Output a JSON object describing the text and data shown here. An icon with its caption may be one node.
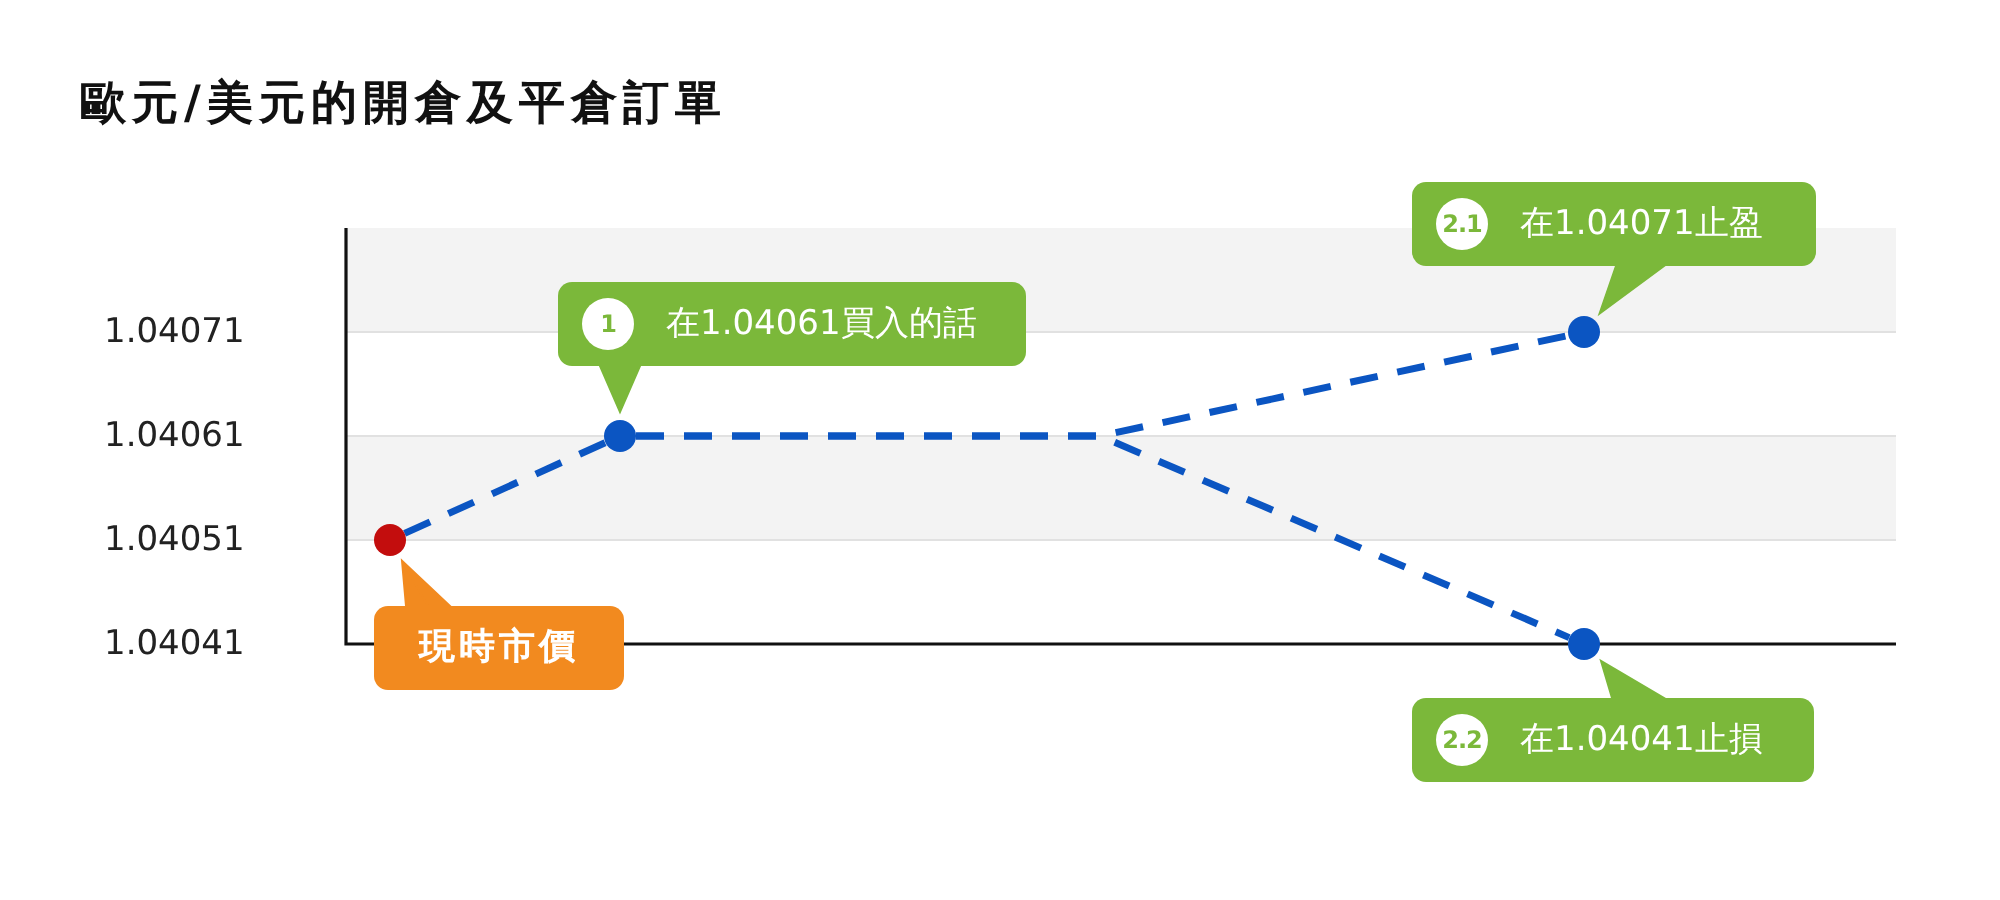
{
  "diagram": {
    "title": "歐元/美元的開倉及平倉訂單",
    "nodes": [
      {
        "text": [],
        "shape": "circle"
      },
      {
        "text": [
          "現時市價"
        ]
      },
      {
        "text": [],
        "shape": "circle"
      },
      {
        "text": [
          "1",
          "在1.04061買入的話"
        ]
      },
      {
        "text": [],
        "shape": "circle"
      },
      {
        "text": [
          "2.1",
          "在1.04071止盈"
        ]
      },
      {
        "text": [],
        "shape": "circle"
      },
      {
        "text": [
          "2.2",
          "在1.04041止損"
        ]
      }
    ],
    "edges": [
      {
        "from": 0,
        "to": 2,
        "arrow": "none",
        "style": "dashed",
        "color": "#0b55c2"
      },
      {
        "from": 2,
        "to": 4,
        "arrow": "none",
        "style": "dashed",
        "color": "#0b55c2"
      },
      {
        "from": 2,
        "to": 6,
        "arrow": "none",
        "style": "dashed",
        "color": "#0b55c2"
      },
      {
        "from": 1,
        "to": 0,
        "arrow": "none",
        "color": "#f28a1f"
      },
      {
        "from": 3,
        "to": 2,
        "arrow": "none",
        "color": "#7bb83a"
      },
      {
        "from": 5,
        "to": 4,
        "arrow": "none",
        "color": "#7bb83a"
      },
      {
        "from": 7,
        "to": 6,
        "arrow": "none",
        "color": "#7bb83a"
      }
    ],
    "labels": [
      "1.04071",
      "1.04061",
      "1.04051",
      "1.04041"
    ]
  }
}
